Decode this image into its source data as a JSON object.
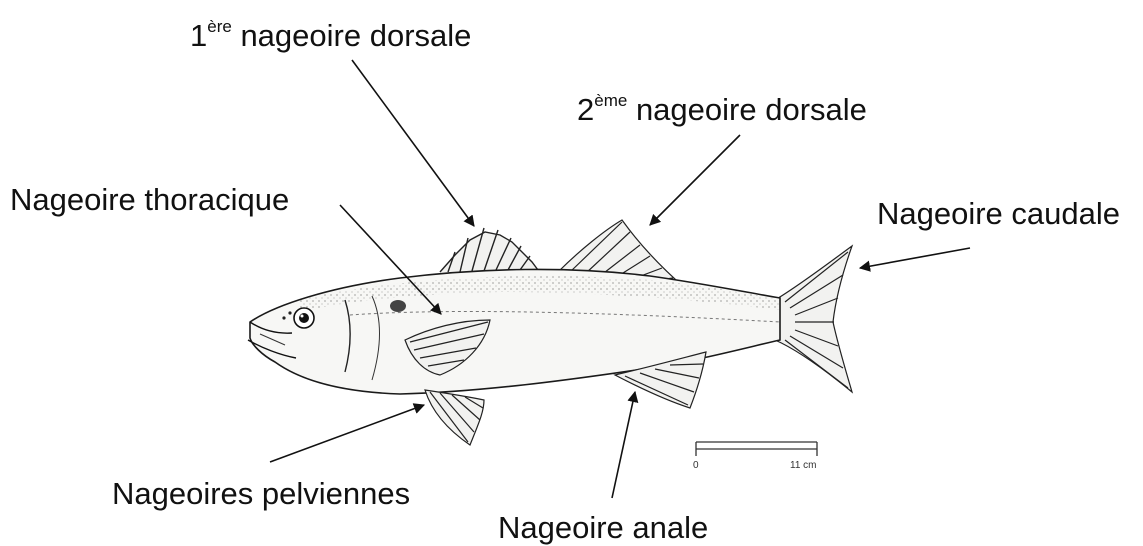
{
  "labels": {
    "dorsal1": {
      "num": "1",
      "sup": "ère",
      "text": " nageoire dorsale"
    },
    "dorsal2": {
      "num": "2",
      "sup": "ème",
      "text": " nageoire dorsale"
    },
    "thoracic": "Nageoire thoracique",
    "caudal": "Nageoire caudale",
    "pelvic": "Nageoires pelviennes",
    "anal": "Nageoire anale"
  },
  "scale_bar": {
    "start": "0",
    "end": "11 cm"
  },
  "colors": {
    "line": "#1a1a1a",
    "fish_fill": "#f7f7f5",
    "shade": "#555555"
  }
}
